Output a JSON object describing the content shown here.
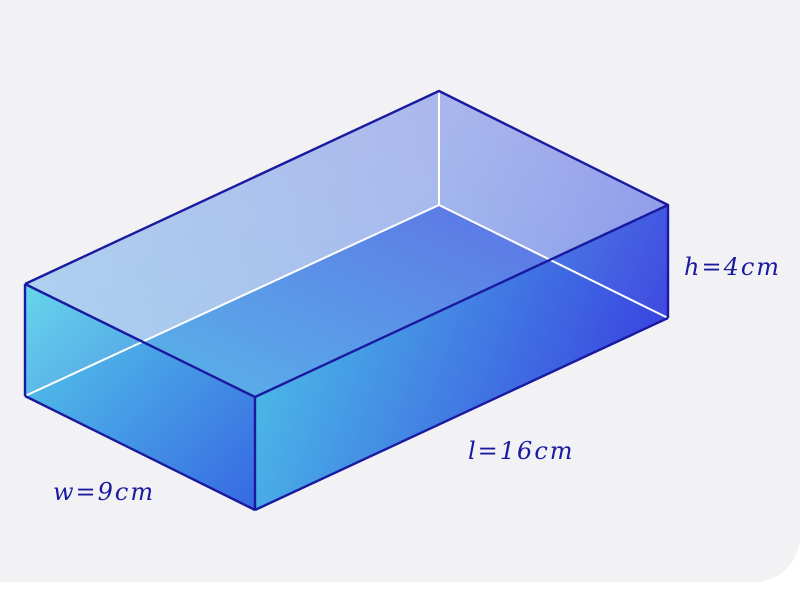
{
  "diagram": {
    "shape": "rectangular-prism",
    "labels": {
      "width": "w=9cm",
      "length": "l=16cm",
      "height": "h=4cm"
    },
    "colors": {
      "edge": "#1a1aa0",
      "hidden_edge": "#ffffff",
      "label": "#1a1aa0",
      "fill_light": "#4fd0e6",
      "fill_dark": "#3a3ae0",
      "page": "#f2f2f4"
    }
  }
}
